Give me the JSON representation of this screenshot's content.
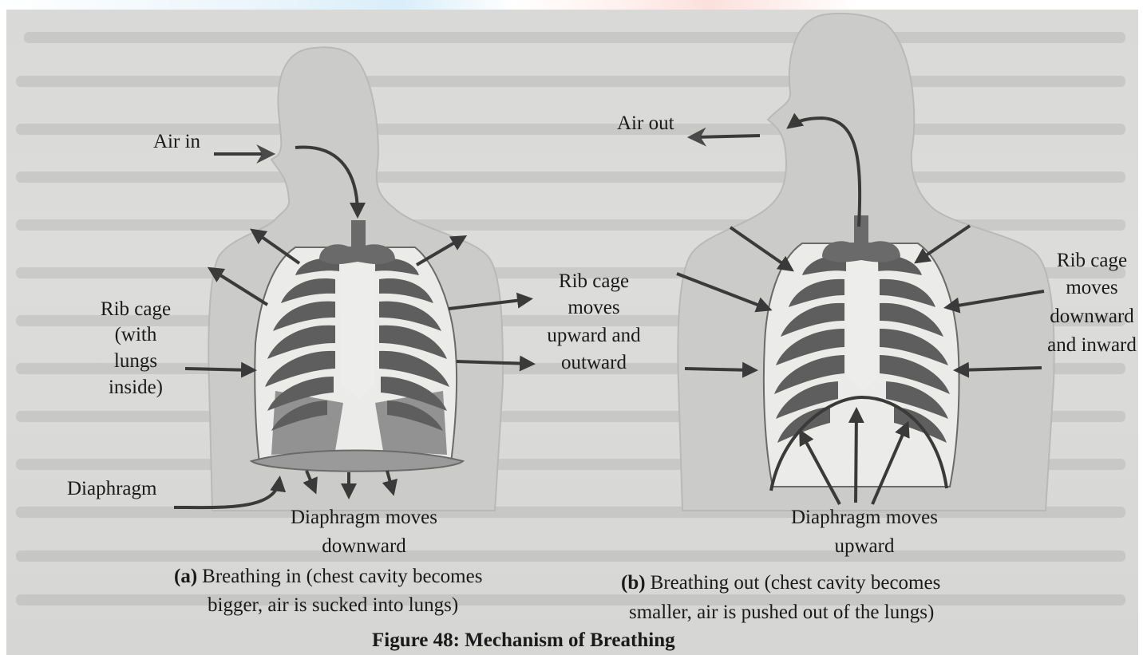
{
  "figure_caption": "Figure 48: Mechanism of Breathing",
  "panel_a": {
    "air_label": "Air in",
    "ribcage_label": [
      "Rib cage",
      "(with",
      "lungs",
      "inside)"
    ],
    "diaphragm_label": "Diaphragm",
    "ribcage_motion": [
      "Rib cage",
      "moves",
      "upward and",
      "outward"
    ],
    "diaphragm_motion": [
      "Diaphragm moves",
      "downward"
    ],
    "caption_tag": "(a)",
    "caption_lines": [
      "Breathing in (chest cavity becomes",
      "bigger, air is sucked into lungs)"
    ]
  },
  "panel_b": {
    "air_label": "Air out",
    "ribcage_motion": [
      "Rib cage",
      "moves",
      "downward",
      "and inward"
    ],
    "diaphragm_motion": [
      "Diaphragm moves",
      "upward"
    ],
    "caption_tag": "(b)",
    "caption_lines": [
      "Breathing out (chest cavity becomes",
      "smaller, air is pushed out of the lungs)"
    ]
  },
  "colors": {
    "paper": "#d9d9d7",
    "silhouette": "#c9c9c7",
    "rib": "#5a5a5a",
    "lung": "#7a7a7a",
    "ink": "#1a1a1a"
  }
}
